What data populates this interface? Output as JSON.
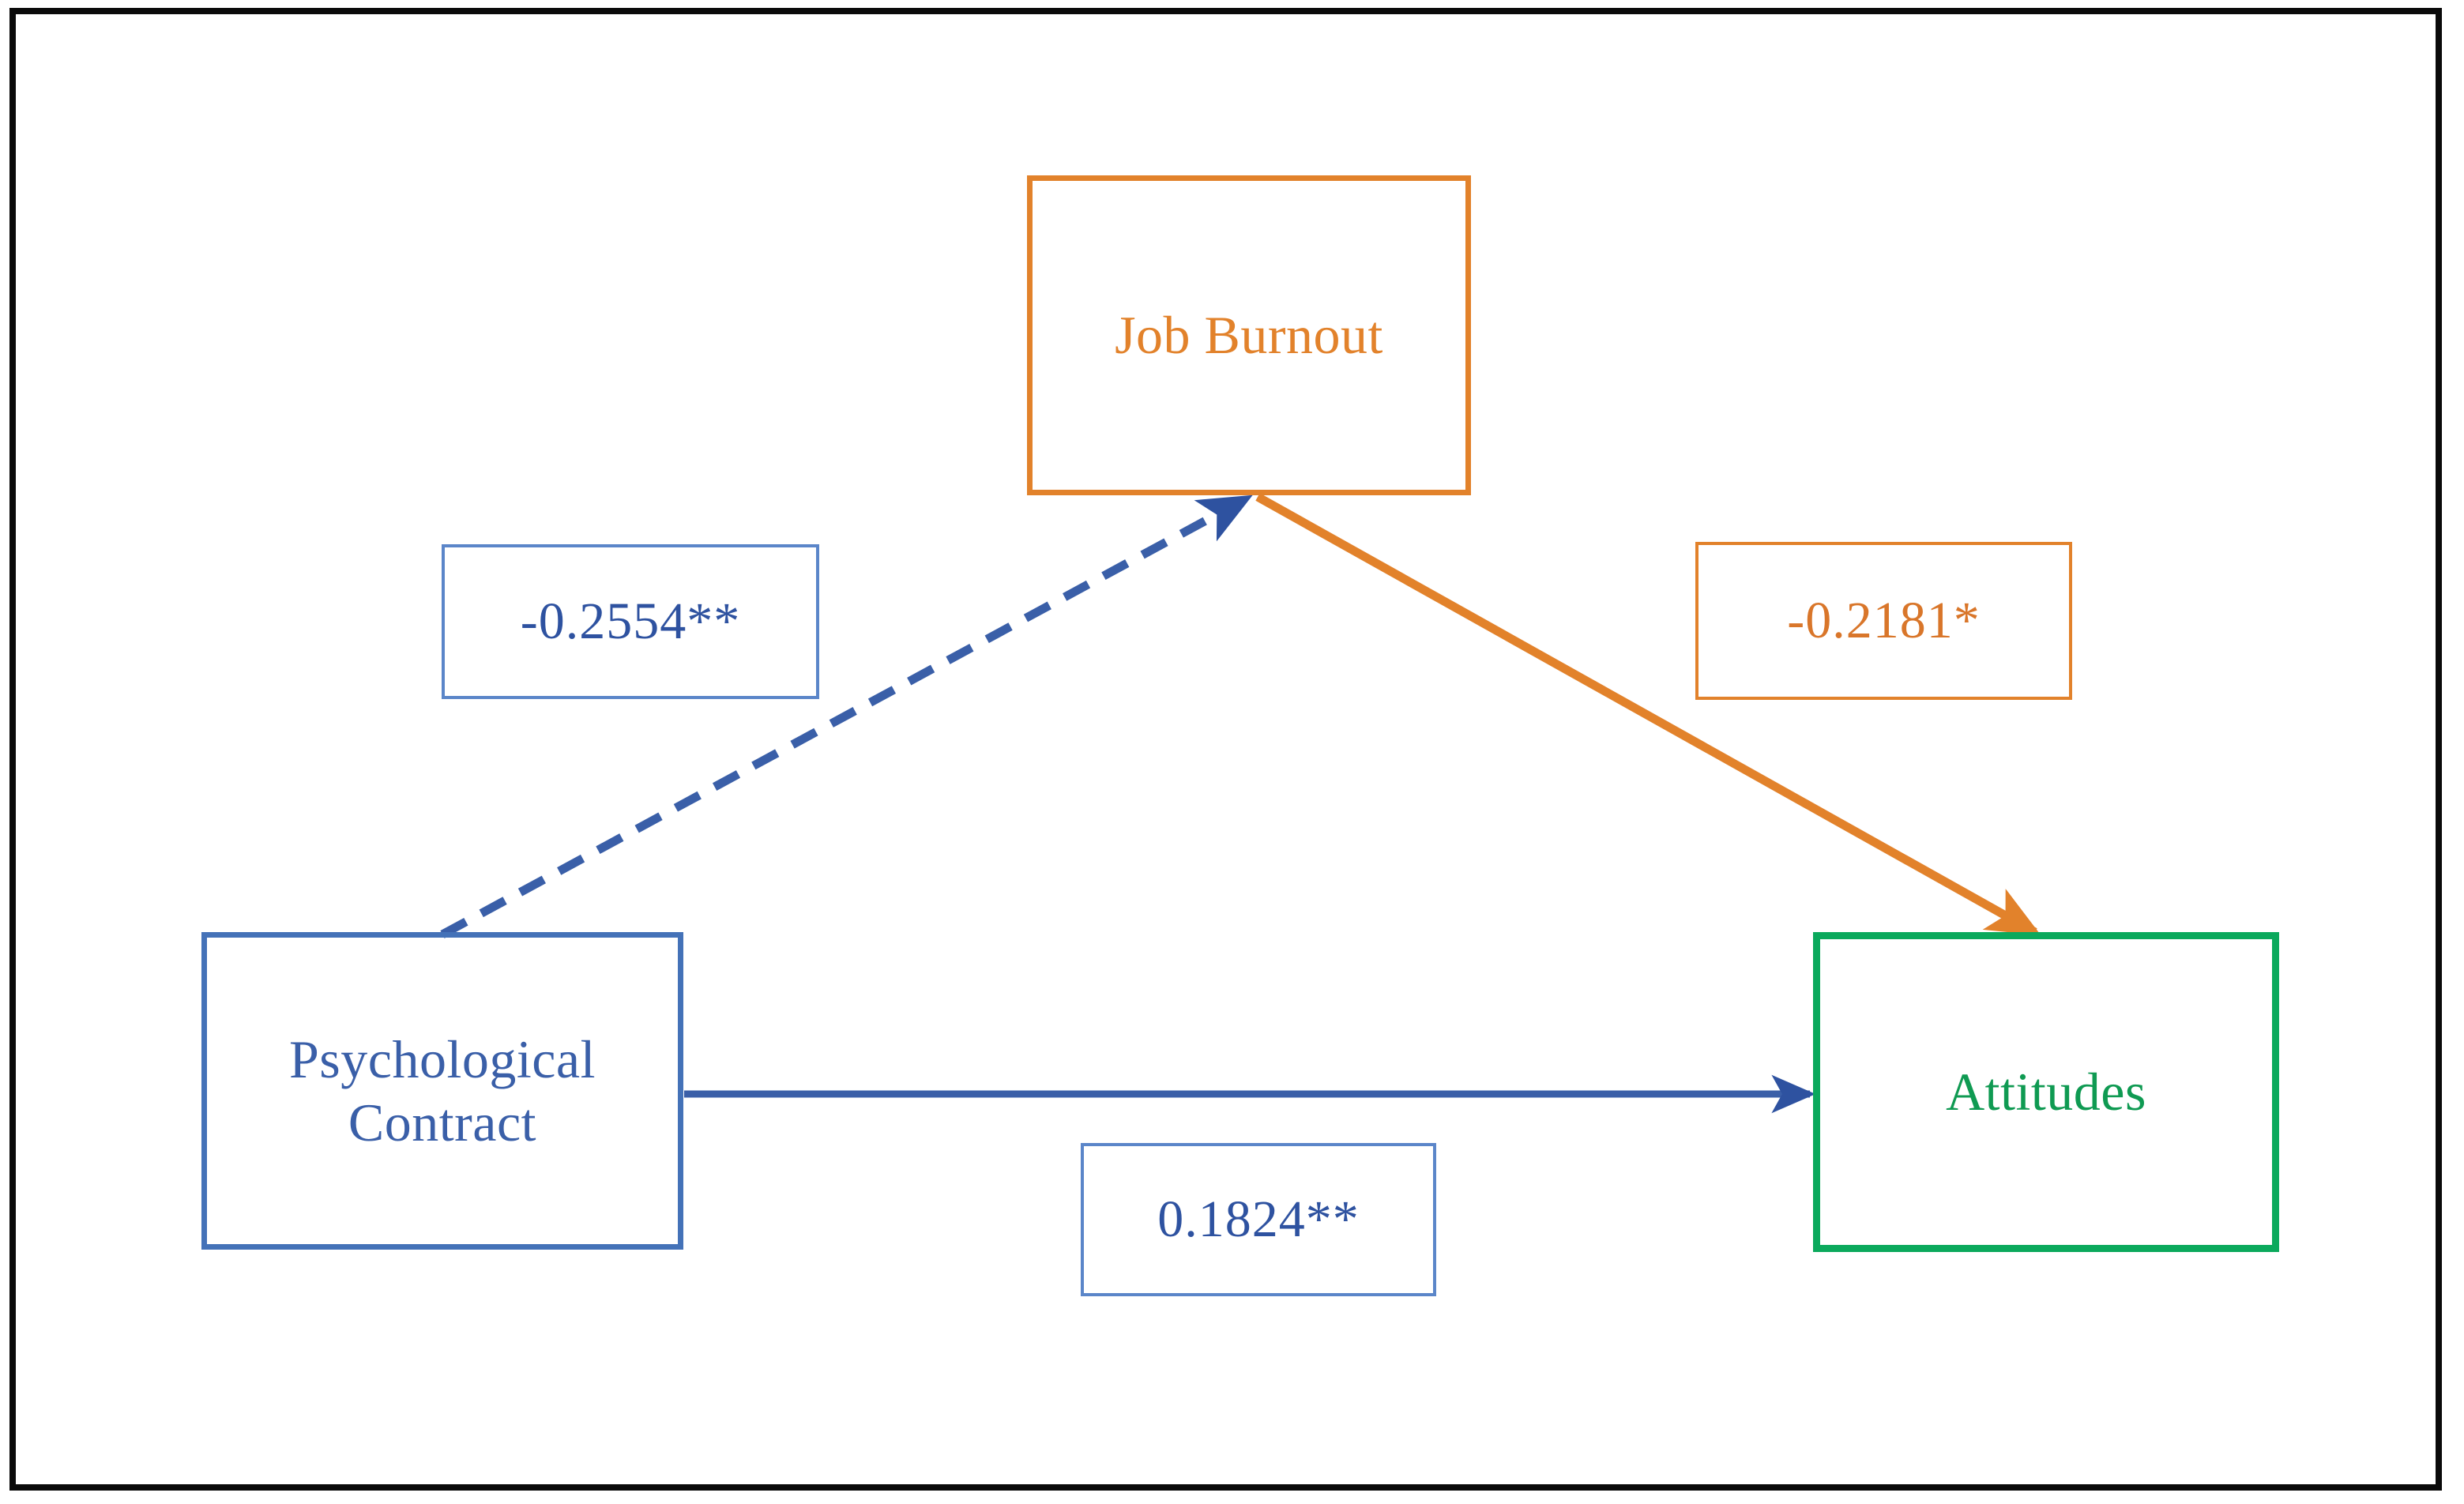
{
  "figure": {
    "type": "path-diagram",
    "description": "Mediation path diagram with three constructs and three labeled paths",
    "frame_color": "#0a0a0a",
    "background": "#ffffff"
  },
  "nodes": [
    {
      "id": "job-burnout",
      "label": "Job Burnout",
      "color": "#E2822B",
      "role": "mediator"
    },
    {
      "id": "psychological-contract",
      "label": "Psychological\nContract",
      "color": "#3A5FA8",
      "role": "independent"
    },
    {
      "id": "attitudes",
      "label": "Attitudes",
      "color": "#0F9A52",
      "role": "dependent"
    }
  ],
  "paths": [
    {
      "id": "pc-to-burnout",
      "from": "psychological-contract",
      "to": "job-burnout",
      "coefficient": "-0.2554**",
      "value": -0.2554,
      "significance": "**",
      "line_style": "dashed",
      "color": "#3A5FA8"
    },
    {
      "id": "burnout-to-attitudes",
      "from": "job-burnout",
      "to": "attitudes",
      "coefficient": "-0.2181*",
      "value": -0.2181,
      "significance": "*",
      "line_style": "solid",
      "color": "#E2822B"
    },
    {
      "id": "pc-to-attitudes",
      "from": "psychological-contract",
      "to": "attitudes",
      "coefficient": "0.1824**",
      "value": 0.1824,
      "significance": "**",
      "line_style": "solid",
      "color": "#3A5FA8"
    }
  ],
  "chart_data": {
    "type": "diagram",
    "title": "",
    "categories": [
      "Psychological Contract → Job Burnout",
      "Job Burnout → Attitudes",
      "Psychological Contract → Attitudes"
    ],
    "values": [
      -0.2554,
      -0.2181,
      0.1824
    ],
    "labels": [
      "-0.2554**",
      "-0.2181*",
      "0.1824**"
    ],
    "xlabel": "",
    "ylabel": ""
  }
}
